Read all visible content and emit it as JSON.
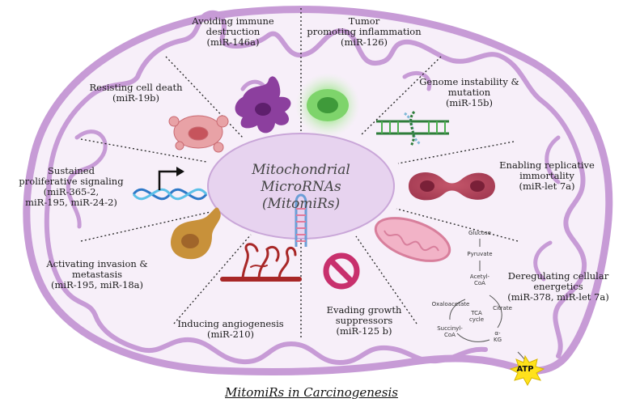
{
  "caption": "MitomiRs in Carcinogenesis",
  "center": {
    "line1": "Mitochondrial MicroRNAs",
    "line2": "(MitomiRs)"
  },
  "hallmarks": [
    {
      "id": "avoiding-immune-destruction",
      "title_lines": [
        "Avoiding immune",
        "destruction"
      ],
      "mirna": "(miR-146a)"
    },
    {
      "id": "tumor-promoting-inflammation",
      "title_lines": [
        "Tumor",
        "promoting inflammation"
      ],
      "mirna": "(miR-126)"
    },
    {
      "id": "resisting-cell-death",
      "title_lines": [
        "Resisting cell death"
      ],
      "mirna": "(miR-19b)"
    },
    {
      "id": "genome-instability",
      "title_lines": [
        "Genome instability &",
        "mutation"
      ],
      "mirna": "(miR-15b)"
    },
    {
      "id": "sustained-proliferative-signaling",
      "title_lines": [
        "Sustained",
        "proliferative signaling",
        "(miR-365-2,"
      ],
      "mirna": "miR-195, miR-24-2)"
    },
    {
      "id": "enabling-replicative-immortality",
      "title_lines": [
        "Enabling replicative",
        "immortality"
      ],
      "mirna": "(miR-let 7a)"
    },
    {
      "id": "activating-invasion-metastasis",
      "title_lines": [
        "Activating invasion &",
        "metastasis"
      ],
      "mirna": "(miR-195, miR-18a)"
    },
    {
      "id": "deregulating-cellular-energetics",
      "title_lines": [
        "Deregulating cellular",
        "energetics"
      ],
      "mirna": "(miR-378, miR-let 7a)"
    },
    {
      "id": "inducing-angiogenesis",
      "title_lines": [
        "Inducing angiogenesis"
      ],
      "mirna": "(miR-210)"
    },
    {
      "id": "evading-growth-suppressors",
      "title_lines": [
        "Evading growth",
        "suppressors"
      ],
      "mirna": "(miR-125 b)"
    }
  ],
  "metabolism": {
    "glucose": "Glucose",
    "pyruvate": "Pyruvate",
    "acetyl_coa_1": "Acetyl-",
    "acetyl_coa_2": "CoA",
    "citrate": "Citrate",
    "tca_1": "TCA",
    "tca_2": "cycle",
    "oxaloacetate": "Oxaloacetate",
    "succinyl_1": "Succinyl-",
    "succinyl_2": "CoA",
    "akg_1": "α-",
    "akg_2": "KG",
    "atp": "ATP"
  },
  "colors": {
    "membrane": "#c79bd6",
    "matrix": "#f7eff9",
    "center_ellipse": "#e7d3ef",
    "text": "#1b1b1b"
  }
}
